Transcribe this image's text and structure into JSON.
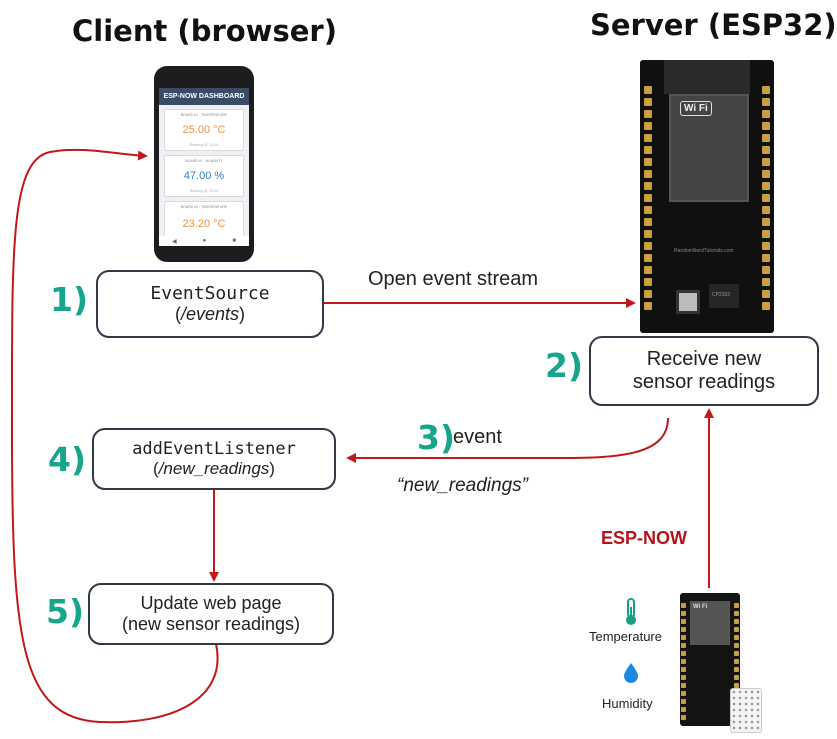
{
  "titles": {
    "client": "Client (browser)",
    "server": "Server (ESP32)"
  },
  "phone": {
    "app_title": "ESP-NOW DASHBOARD",
    "cards": [
      {
        "header": "BOARD #1 - TEMPERATURE",
        "value": "25.00 °C",
        "footer": "Reading ID: 21/10",
        "color": "#f0923a"
      },
      {
        "header": "BOARD #1 - HUMIDITY",
        "value": "47.00 %",
        "footer": "Reading ID: 21/10",
        "color": "#2f7fd0"
      },
      {
        "header": "BOARD #2 - TEMPERATURE",
        "value": "23.20 °C",
        "footer": "",
        "color": "#f0923a"
      }
    ]
  },
  "board": {
    "badge": "Wi Fi",
    "silk": "RandomNerdTutorials.com",
    "chip": "CP2102"
  },
  "steps": {
    "s1": {
      "num": "1)",
      "line1": "EventSource",
      "line2": "/events",
      "open": "(",
      "close": ")"
    },
    "s2": {
      "num": "2)",
      "line1": "Receive new",
      "line2": "sensor readings"
    },
    "s3": {
      "num": "3)",
      "label": "event",
      "quote": "“new_readings”"
    },
    "s4": {
      "num": "4)",
      "line1": "addEventListener",
      "line2": "/new_readings",
      "open": "(",
      "close": ")"
    },
    "s5": {
      "num": "5)",
      "line1": "Update web page",
      "line2": "(new sensor readings)"
    }
  },
  "arrows": {
    "open_stream": "Open event stream",
    "espnow": "ESP-NOW"
  },
  "sensors": {
    "temperature": "Temperature",
    "humidity": "Humidity"
  },
  "colors": {
    "arrow": "#c0181b",
    "step": "#17a58c",
    "box_border": "#2f3a46",
    "espnow": "#b3141a"
  }
}
